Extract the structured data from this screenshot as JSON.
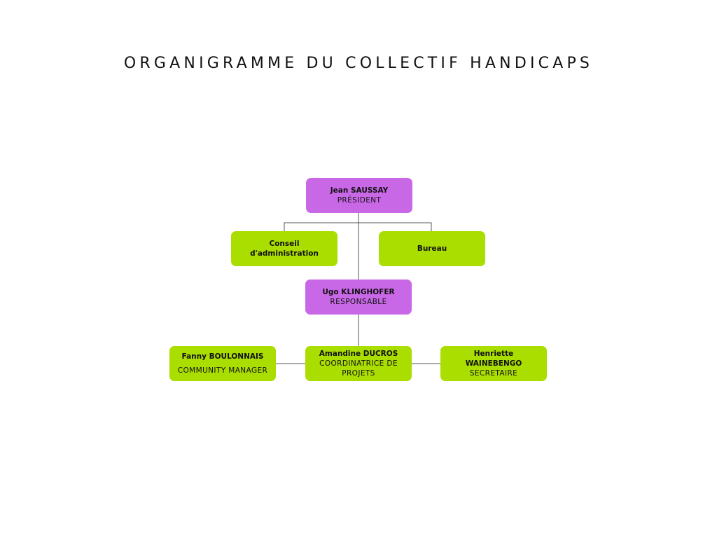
{
  "title": "ORGANIGRAMME DU COLLECTIF HANDICAPS",
  "colors": {
    "leadership": "#c968e6",
    "member": "#aadd00",
    "line": "#555555"
  },
  "nodes": {
    "president": {
      "name": "Jean SAUSSAY",
      "role": "PRÉSIDENT"
    },
    "conseil": {
      "name": "Conseil d'administration"
    },
    "bureau": {
      "name": "Bureau"
    },
    "responsable": {
      "name": "Ugo KLINGHOFER",
      "role": "RESPONSABLE"
    },
    "community": {
      "name": "Fanny BOULONNAIS",
      "role": "COMMUNITY MANAGER"
    },
    "coordinatrice": {
      "name": "Amandine DUCROS",
      "role": "COORDINATRICE DE PROJETS"
    },
    "secretaire": {
      "name": "Henriette WAINEBENGO",
      "role": "SECRETAIRE"
    }
  }
}
